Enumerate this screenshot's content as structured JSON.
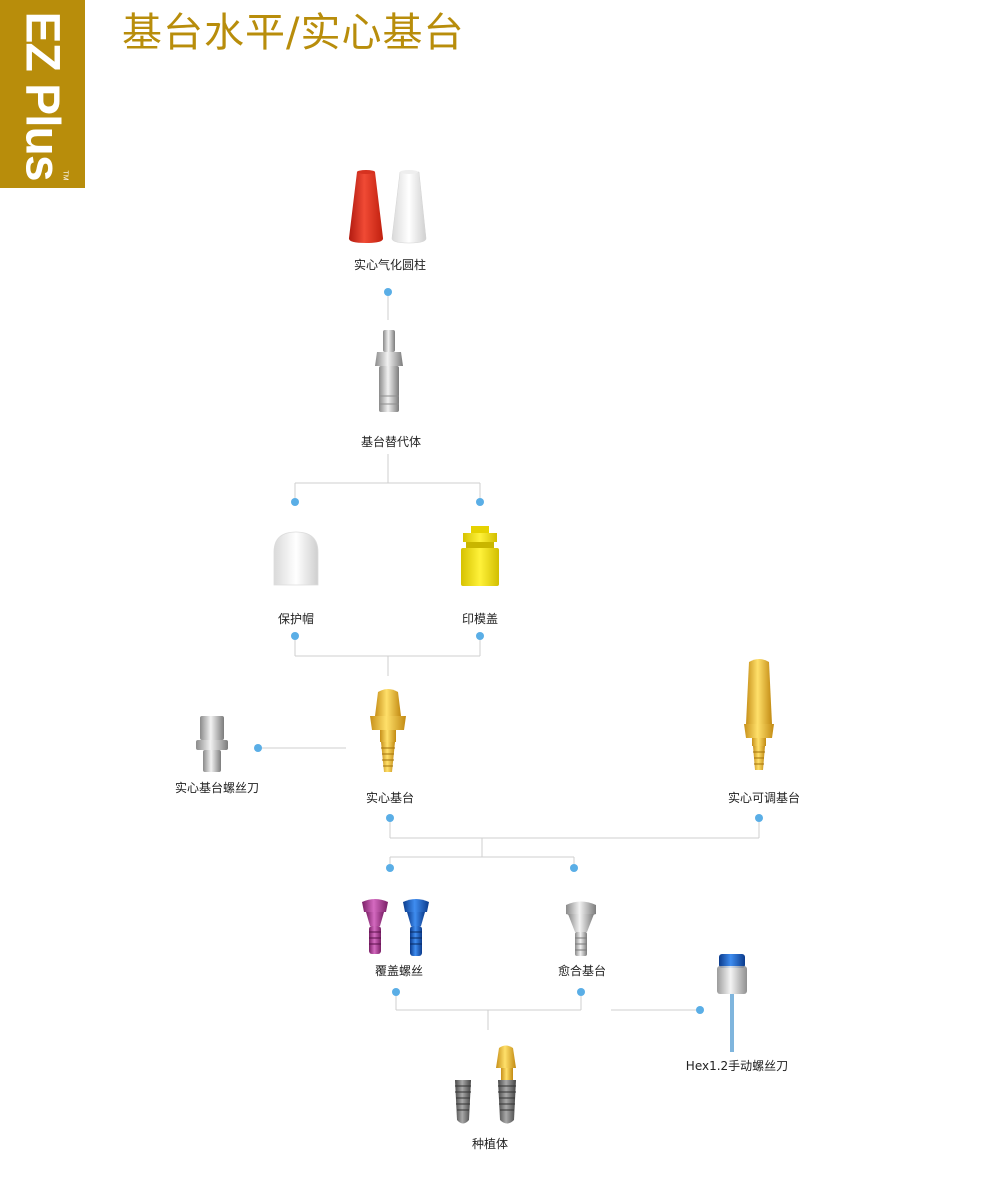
{
  "brand": {
    "name": "EZ Plus",
    "tm": "TM"
  },
  "title": "基台水平/实心基台",
  "labels": {
    "solid_cylinder": "实心气化圆柱",
    "abutment_analog": "基台替代体",
    "protective_cap": "保护帽",
    "impression_cap": "印模盖",
    "solid_abutment_driver": "实心基台螺丝刀",
    "solid_abutment": "实心基台",
    "adjustable_solid_abutment": "实心可调基台",
    "cover_screw": "覆盖螺丝",
    "healing_abutment": "愈合基台",
    "hex_driver": "Hex1.2手动螺丝刀",
    "implant": "种植体"
  },
  "colors": {
    "brand": "#b88d0b",
    "connector": "#5aaee6",
    "line": "#cfcfcf"
  }
}
